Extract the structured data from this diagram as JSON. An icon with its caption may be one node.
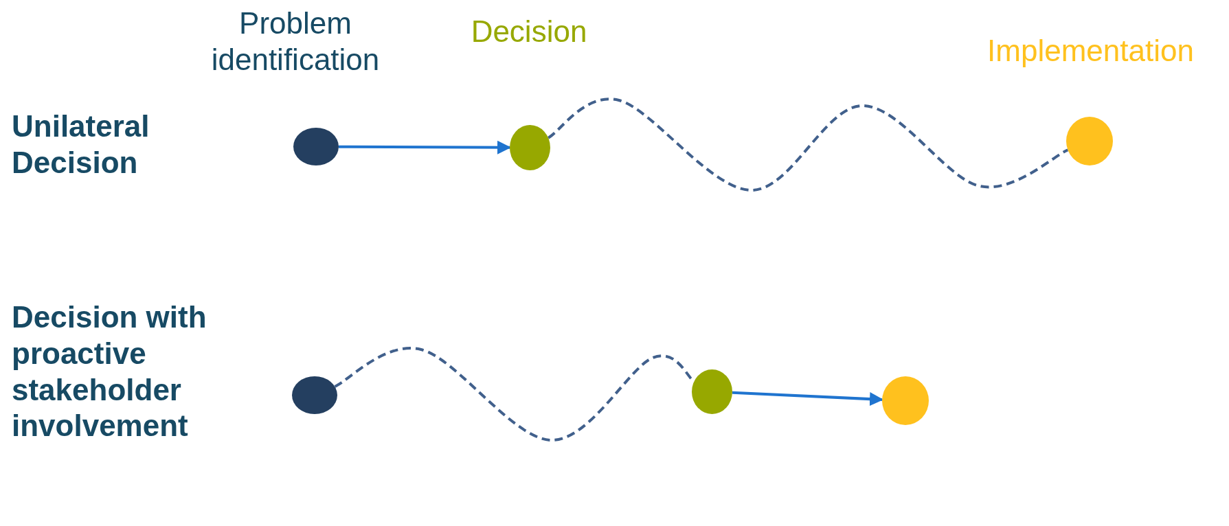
{
  "diagram": {
    "nodes": [
      {
        "text": [],
        "shape": "circle"
      },
      {
        "text": [],
        "shape": "circle"
      },
      {
        "text": [],
        "shape": "circle"
      },
      {
        "text": [],
        "shape": "circle"
      },
      {
        "text": [],
        "shape": "circle"
      },
      {
        "text": [],
        "shape": "circle"
      }
    ],
    "edges": [
      {
        "from": 0,
        "to": 1,
        "arrow": "to"
      },
      {
        "from": 1,
        "to": 2,
        "arrow": "none",
        "style": "dashed",
        "color": "#41608c"
      },
      {
        "from": 3,
        "to": 4,
        "arrow": "none",
        "style": "dashed",
        "color": "#41608c"
      },
      {
        "from": 4,
        "to": 5,
        "arrow": "to"
      }
    ],
    "labels": [
      "Problem identification",
      "Decision",
      "Implementation",
      "Unilateral Decision",
      "Decision with proactive stakeholder involvement"
    ]
  }
}
